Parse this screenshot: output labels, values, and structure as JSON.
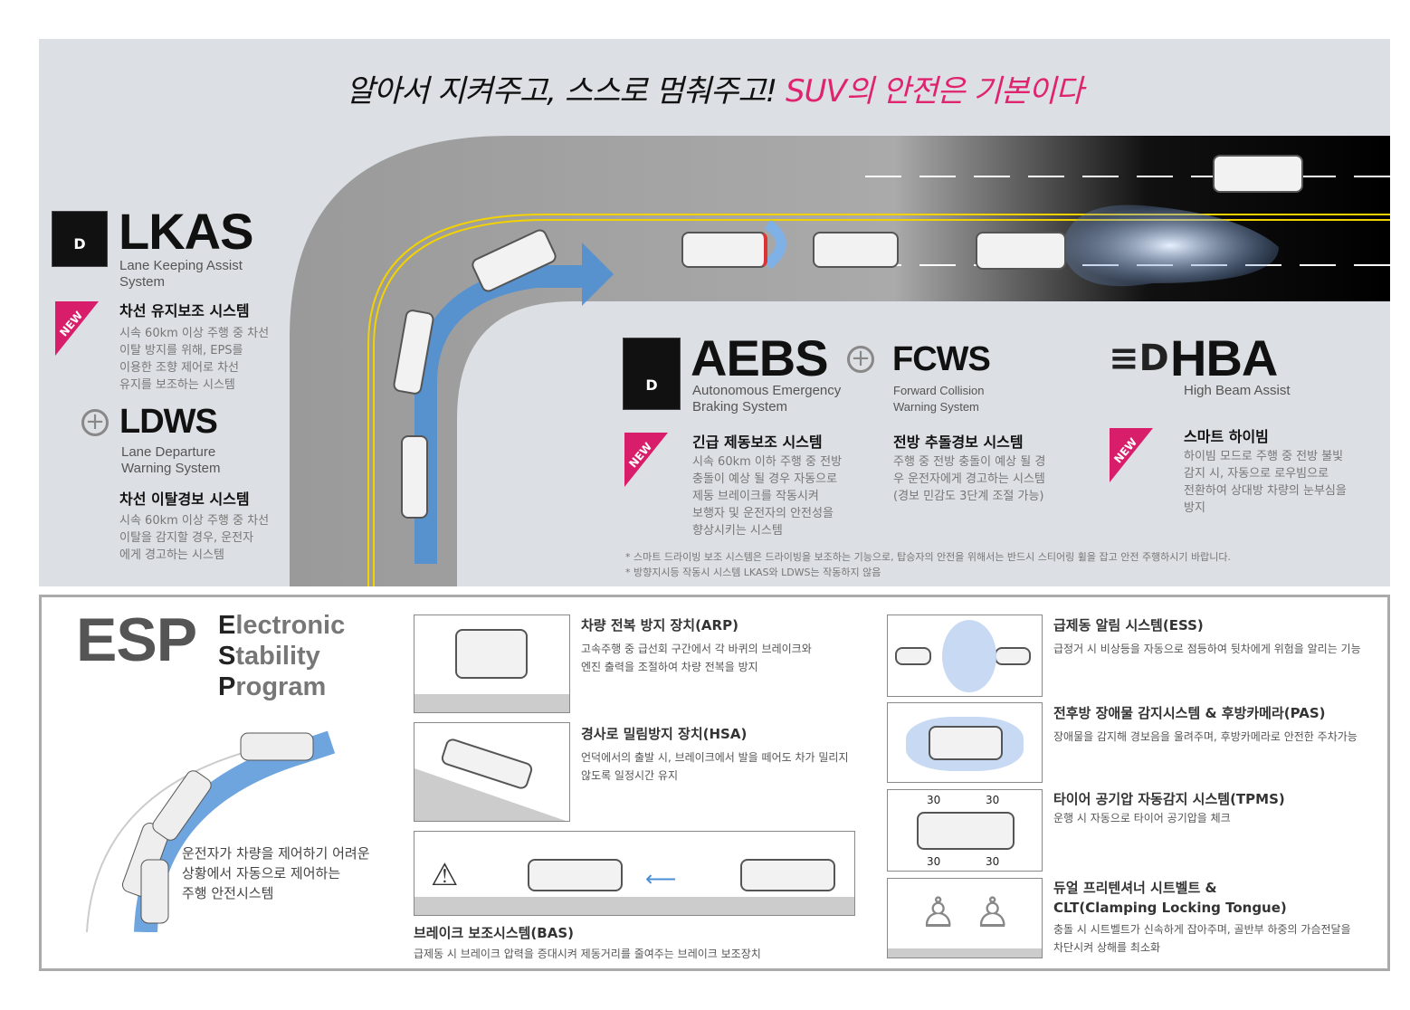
{
  "title": {
    "main": "알아서 지켜주고, 스스로 멈춰주고!",
    "highlight": "SUV의 안전은 기본이다"
  },
  "accent_color": "#e0236f",
  "new_badge": "NEW",
  "lkas": {
    "abbr": "LKAS",
    "eng": "Lane Keeping Assist System",
    "kor": "차선 유지보조 시스템",
    "desc": [
      "시속 60km 이상 주행 중 차선",
      "이탈 방지를 위해, EPS를",
      "이용한 조향 제어로 차선",
      "유지를 보조하는 시스템"
    ],
    "dash_label": "D"
  },
  "ldws": {
    "abbr": "LDWS",
    "eng": [
      "Lane Departure",
      "Warning System"
    ],
    "kor": "차선 이탈경보 시스템",
    "desc": [
      "시속 60km 이상 주행 중 차선",
      "이탈을 감지할 경우, 운전자",
      "에게 경고하는 시스템"
    ]
  },
  "aebs": {
    "abbr": "AEBS",
    "eng": [
      "Autonomous Emergency",
      "Braking System"
    ],
    "kor": "긴급 제동보조 시스템",
    "desc": [
      "시속 60km 이하 주행 중 전방",
      "충돌이 예상 될 경우 자동으로",
      "제동 브레이크를 작동시켜",
      "보행자 및 운전자의 안전성을",
      "향상시키는 시스템"
    ],
    "dash_label": "D"
  },
  "fcws": {
    "abbr": "FCWS",
    "eng": [
      "Forward Collision",
      "Warning System"
    ],
    "kor": "전방 추돌경보 시스템",
    "desc": [
      "주행 중 전방 충돌이 예상 될 경",
      "우 운전자에게 경고하는 시스템",
      "(경보 민감도 3단계 조절 가능)"
    ]
  },
  "hba": {
    "abbr": "HBA",
    "eng": "High Beam Assist",
    "kor": "스마트 하이빔",
    "desc": [
      "하이빔 모드로 주행 중 전방 불빛",
      "감지 시, 자동으로 로우빔으로",
      "전환하여 상대방 차량의 눈부심을",
      "방지"
    ]
  },
  "notes": [
    "* 스마트 드라이빙 보조 시스템은 드라이빙을 보조하는 기능으로, 탑승자의 안전을 위해서는 반드시 스티어링 휠을 잡고 안전 주행하시기 바랍니다.",
    "* 방향지시등 작동시 시스템 LKAS와 LDWS는 작동하지 않음"
  ],
  "esp": {
    "abbr": "ESP",
    "words": [
      [
        "E",
        "lectronic"
      ],
      [
        "S",
        "tability"
      ],
      [
        "P",
        "rogram"
      ]
    ],
    "desc": [
      "운전자가 차량을 제어하기 어려운",
      "상황에서 자동으로 제어하는",
      "주행 안전시스템"
    ]
  },
  "features": [
    {
      "title": "차량 전복 방지 장치(ARP)",
      "desc": [
        "고속주행 중 급선회 구간에서 각 바퀴의 브레이크와",
        "엔진 출력을 조절하여 차량 전복을 방지"
      ]
    },
    {
      "title": "경사로 밀림방지 장치(HSA)",
      "desc": [
        "언덕에서의 출발 시, 브레이크에서 발을 떼어도 차가 밀리지",
        "않도록 일정시간 유지"
      ]
    },
    {
      "title": "브레이크 보조시스템(BAS)",
      "desc": [
        "급제동 시 브레이크 압력을 증대시켜  제동거리를 줄여주는 브레이크 보조장치"
      ]
    },
    {
      "title": "급제동 알림 시스템(ESS)",
      "desc": [
        "급정거 시 비상등을 자동으로 점등하여 뒷차에게 위험을 알리는 기능"
      ]
    },
    {
      "title": "전후방 장애물 감지시스템 & 후방카메라(PAS)",
      "desc": [
        "장애물을 감지해 경보음을 울려주며, 후방카메라로 안전한 주차가능"
      ]
    },
    {
      "title": "타이어 공기압 자동감지 시스템(TPMS)",
      "desc": [
        "운행 시 자동으로 타이어 공기압을 체크"
      ],
      "tire_values": [
        "30",
        "30",
        "30",
        "30"
      ]
    },
    {
      "title": "듀얼 프리텐셔너 시트벨트 &",
      "title2": "CLT(Clamping Locking Tongue)",
      "desc": [
        "충돌 시 시트벨트가 신속하게 잡아주며, 골반부 하중의 가슴전달을",
        "차단시켜 상해를 최소화"
      ]
    }
  ]
}
